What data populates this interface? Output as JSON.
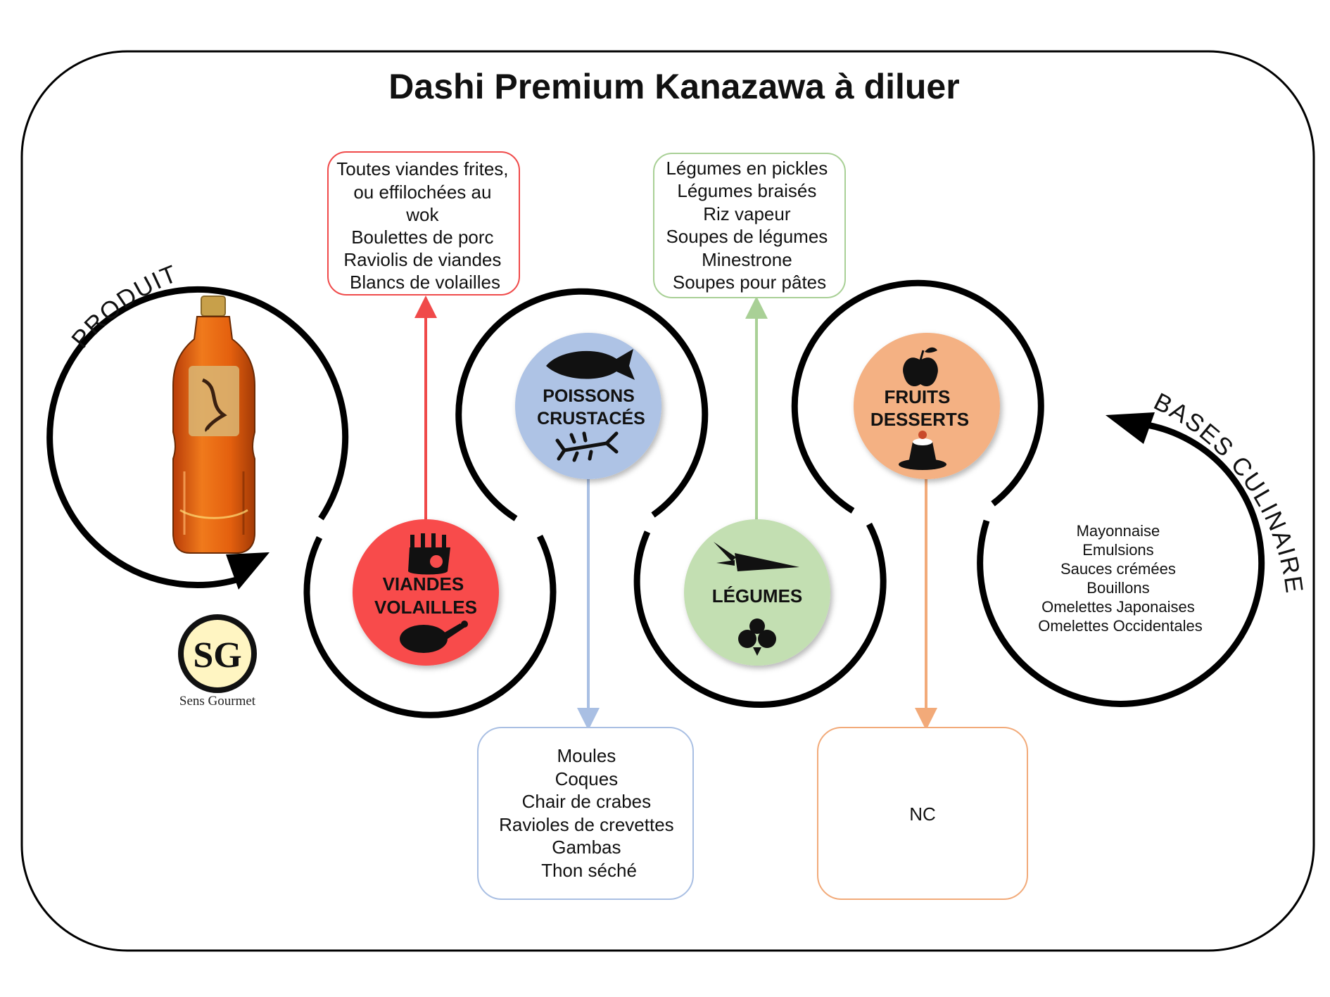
{
  "title": "Dashi Premium Kanazawa à diluer",
  "curved_labels": {
    "produit": "PRODUIT",
    "bases": "BASES CULINAIRES"
  },
  "logo": {
    "monogram": "SG",
    "brand": "Sens Gourmet"
  },
  "categories": {
    "viandes": {
      "lines": [
        "VIANDES",
        "VOLAILLES"
      ],
      "color": "#f84c4c",
      "border": "#f04a4a",
      "icons": [
        "meat-rack-icon",
        "roast-chicken-icon"
      ],
      "uses": [
        "Toutes viandes frites,",
        "ou effilochées au",
        "wok",
        "Boulettes de porc",
        "Raviolis de viandes",
        "Blancs de volailles"
      ]
    },
    "poissons": {
      "lines": [
        "POISSONS",
        "CRUSTACÉS"
      ],
      "color": "#aec3e5",
      "border": "#a9bfe3",
      "icons": [
        "fish-icon",
        "lobster-icon"
      ],
      "uses": [
        "Moules",
        "Coques",
        "Chair de crabes",
        "Ravioles de crevettes",
        "Gambas",
        "Thon séché"
      ]
    },
    "legumes": {
      "lines": [
        "LÉGUMES"
      ],
      "color": "#c3dfb2",
      "border": "#a9d096",
      "icons": [
        "carrot-icon",
        "turnip-icon"
      ],
      "uses": [
        "Légumes en pickles",
        "Légumes braisés",
        "Riz vapeur",
        "Soupes de légumes",
        "Minestrone",
        "Soupes pour pâtes"
      ]
    },
    "fruits": {
      "lines": [
        "FRUITS",
        "DESSERTS"
      ],
      "color": "#f4b183",
      "border": "#f2aa79",
      "icons": [
        "apple-icon",
        "pudding-icon"
      ],
      "uses": [
        "NC"
      ]
    }
  },
  "bases": [
    "Mayonnaise",
    "Emulsions",
    "Sauces crémées",
    "Bouillons",
    "Omelettes Japonaises",
    "Omelettes Occidentales"
  ],
  "colors": {
    "frame": "#000000",
    "text": "#111111"
  }
}
